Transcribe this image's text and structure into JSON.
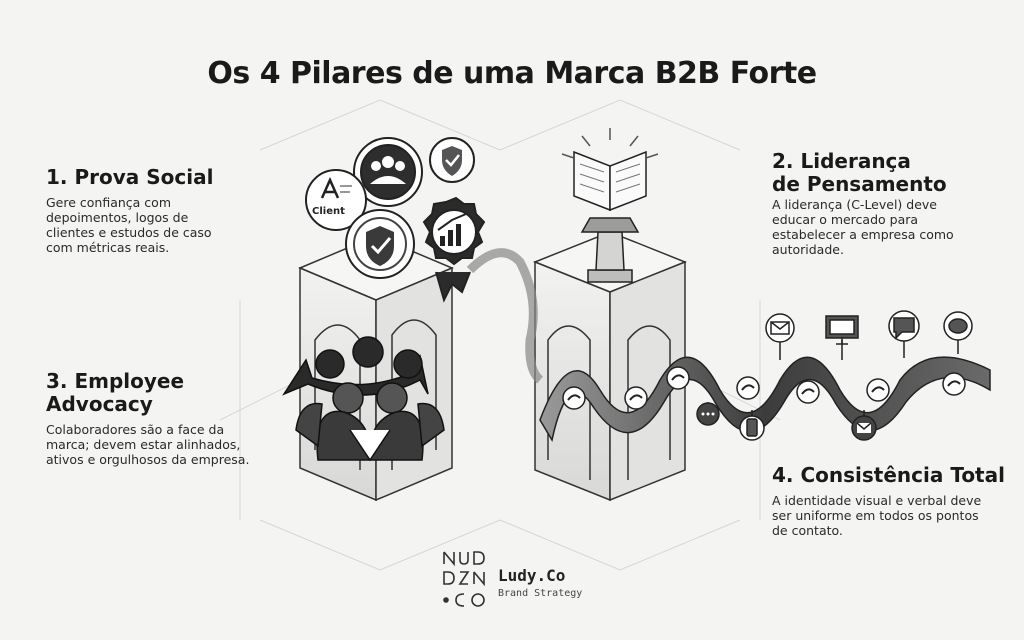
{
  "title": "Os 4 Pilares de uma Marca B2B Forte",
  "pillars": [
    {
      "title": "1. Prova Social",
      "description": "Gere confiança com depoimentos, logos de clientes e estudos de caso com métricas reais."
    },
    {
      "title": "2. Liderança\nde Pensamento",
      "description": "A liderança (C-Level) deve educar o mercado para estabelecer a empresa como autoridade."
    },
    {
      "title": "3. Employee\nAdvocacy",
      "description": "Colaboradores são a face da marca; devem estar alinhados, ativos e orgulhosos da empresa."
    },
    {
      "title": "4. Consistência Total",
      "description": "A identidade visual e verbal deve ser uniforme em todos os pontos de contato."
    }
  ],
  "illustration": {
    "client_badge_label": "Client",
    "icons": [
      "testimonial-people-icon",
      "verified-check-icon",
      "client-logo-icon",
      "shield-badge-icon",
      "growth-chart-badge-icon",
      "open-book-podium-icon",
      "team-advocacy-icon",
      "brand-ribbon-icon",
      "envelope-icon",
      "monitor-icon",
      "chat-bubble-icon",
      "mobile-icon"
    ]
  },
  "brand": {
    "name": "Ludy.Co",
    "tagline": "Brand Strategy"
  }
}
